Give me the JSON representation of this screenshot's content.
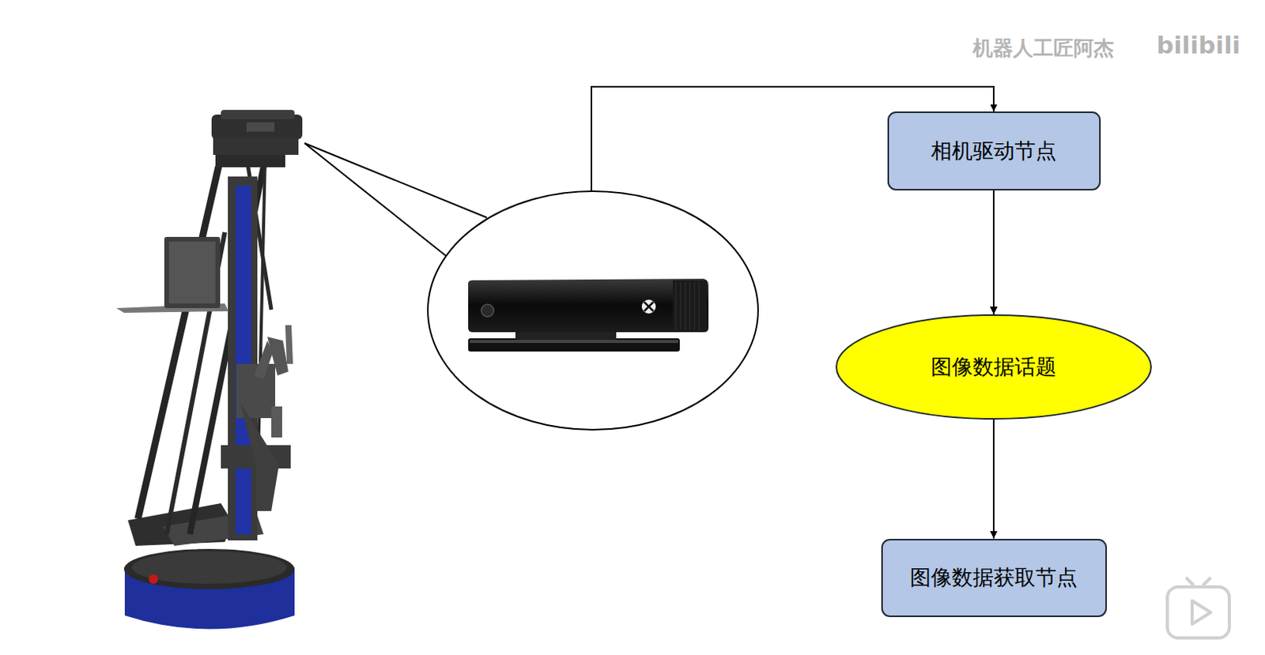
{
  "diagram": {
    "nodes": [
      {
        "text": [
          "相机驱动节点"
        ]
      },
      {
        "text": [
          "图像数据话题"
        ]
      },
      {
        "text": [
          "图像数据获取节点"
        ]
      }
    ],
    "edges": [
      {
        "from": 0,
        "to": 1,
        "arrow": "to"
      },
      {
        "from": 1,
        "to": 2,
        "arrow": "to"
      }
    ],
    "labels": [
      "机器人工匠阿杰",
      "bilibili"
    ]
  }
}
